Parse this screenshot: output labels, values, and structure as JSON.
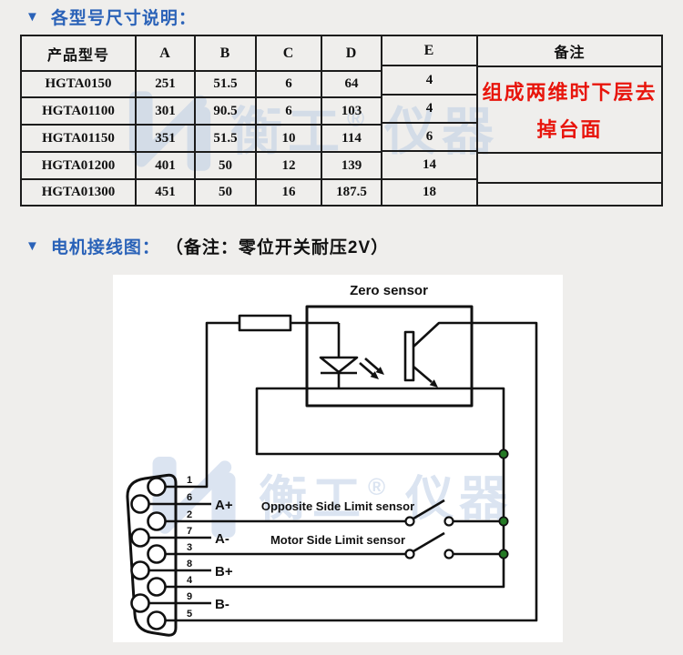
{
  "colors": {
    "page_bg": "#efeeec",
    "title_blue": "#2a62b8",
    "remark_red": "#e8150c",
    "junction_green": "#257a25",
    "watermark_blue": "#b9cbe4",
    "table_border": "#1c1c1c"
  },
  "section1": {
    "marker": "▼",
    "title": "各型号尺寸说明："
  },
  "table": {
    "headers": [
      "产品型号",
      "A",
      "B",
      "C",
      "D",
      "E",
      "备注"
    ],
    "rows": [
      {
        "model": "HGTA0150",
        "a": "251",
        "b": "51.5",
        "c": "6",
        "d": "64",
        "e": "4"
      },
      {
        "model": "HGTA01100",
        "a": "301",
        "b": "90.5",
        "c": "6",
        "d": "103",
        "e": "4"
      },
      {
        "model": "HGTA01150",
        "a": "351",
        "b": "51.5",
        "c": "10",
        "d": "114",
        "e": "6"
      },
      {
        "model": "HGTA01200",
        "a": "401",
        "b": "50",
        "c": "12",
        "d": "139",
        "e": "14"
      },
      {
        "model": "HGTA01300",
        "a": "451",
        "b": "50",
        "c": "16",
        "d": "187.5",
        "e": "18"
      }
    ],
    "remark": [
      "组成两维时下层去",
      "掉台面"
    ]
  },
  "section2": {
    "marker": "▼",
    "title": "电机接线图：",
    "note": "（备注：零位开关耐压2V）"
  },
  "diagram": {
    "zero_sensor": "Zero sensor",
    "opposite_sensor": "Opposite Side Limit sensor",
    "motor_sensor": "Motor Side Limit sensor",
    "phases": {
      "a_plus": "A+",
      "a_minus": "A-",
      "b_plus": "B+",
      "b_minus": "B-"
    },
    "pins": [
      "1",
      "6",
      "2",
      "7",
      "3",
      "8",
      "4",
      "9",
      "5"
    ]
  },
  "watermark": {
    "brand": "衡工",
    "reg": "®",
    "product": "仪器"
  }
}
